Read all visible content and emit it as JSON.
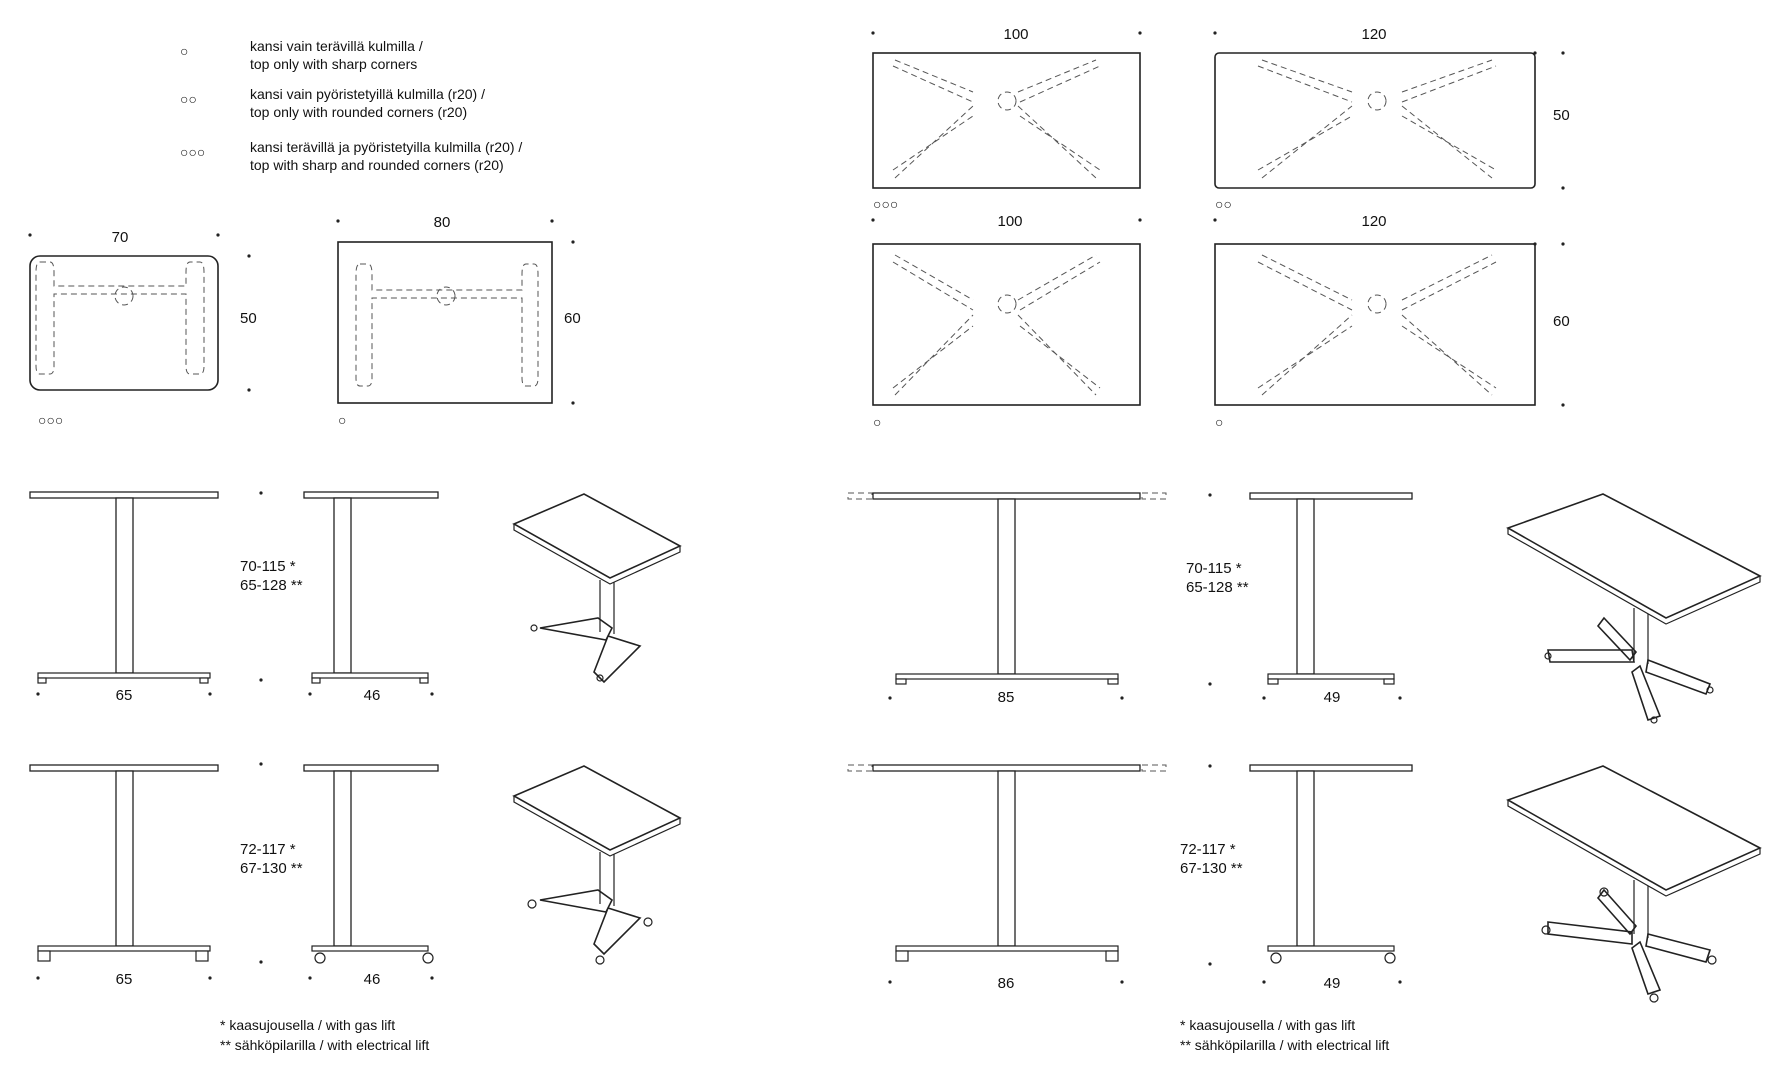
{
  "legend": [
    {
      "mark": "○",
      "line1": "kansi vain terävillä kulmilla /",
      "line2": "top only with sharp corners"
    },
    {
      "mark": "○○",
      "line1": "kansi vain pyöristetyillä kulmilla (r20) /",
      "line2": "top only with rounded corners (r20)"
    },
    {
      "mark": "○○○",
      "line1": "kansi terävillä ja pyöristetyilla kulmilla (r20) /",
      "line2": "top with sharp and rounded corners (r20)"
    }
  ],
  "tops_left": {
    "t70": {
      "width": "70",
      "depth": "50",
      "mark": "○○○"
    },
    "t80": {
      "width": "80",
      "depth": "60",
      "mark": "○"
    }
  },
  "tops_right": {
    "t100_50": {
      "width": "100",
      "mark": "○○○"
    },
    "t120_50": {
      "width": "120",
      "depth": "50",
      "mark": "○○"
    },
    "t100_60": {
      "width": "100",
      "mark": "○"
    },
    "t120_60": {
      "width": "120",
      "depth": "60",
      "mark": "○"
    }
  },
  "elev_left": {
    "gas_heights": {
      "line1": "70-115 *",
      "line2": "65-128 **"
    },
    "castor_heights": {
      "line1": "72-117 *",
      "line2": "67-130    **"
    },
    "front_width": "65",
    "side_width": "46",
    "front_width2": "65",
    "side_width2": "46"
  },
  "elev_right": {
    "gas_heights": {
      "line1": "70-115 *",
      "line2": "65-128 **"
    },
    "castor_heights": {
      "line1": "72-117 *",
      "line2": "67-130    **"
    },
    "front_width": "85",
    "side_width": "49",
    "front_width2": "86",
    "side_width2": "49"
  },
  "footnotes_left": {
    "line1": "*  kaasujousella / with gas lift",
    "line2": "** sähköpilarilla / with electrical lift"
  },
  "footnotes_right": {
    "line1": "*  kaasujousella / with gas lift",
    "line2": "** sähköpilarilla / with electrical lift"
  }
}
